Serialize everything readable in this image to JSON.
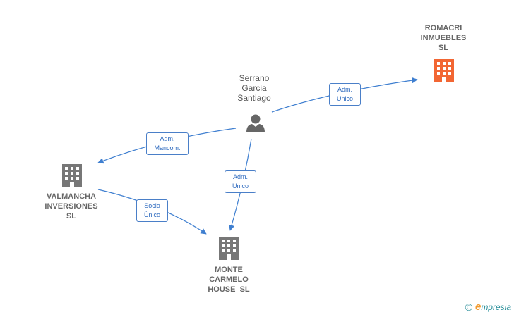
{
  "colors": {
    "edge": "#3f7fd0",
    "building": "#777777",
    "building_highlight": "#f26633",
    "person": "#666666",
    "label": "#666666"
  },
  "nodes": {
    "person": {
      "lines": [
        "Serrano",
        "Garcia",
        "Santiago"
      ],
      "icon": "person-icon"
    },
    "romacri": {
      "lines": [
        "ROMACRI",
        "INMUEBLES",
        "SL"
      ],
      "icon": "building-icon"
    },
    "valmancha": {
      "lines": [
        "VALMANCHA",
        "INVERSIONES",
        "SL"
      ],
      "icon": "building-icon"
    },
    "monte": {
      "lines": [
        "MONTE",
        "CARMELO",
        "HOUSE  SL"
      ],
      "icon": "building-icon"
    }
  },
  "edges": {
    "to_romacri": {
      "line1": "Adm.",
      "line2": "Unico"
    },
    "to_valmancha": {
      "line1": "Adm.",
      "line2": "Mancom."
    },
    "to_monte": {
      "line1": "Adm.",
      "line2": "Unico"
    },
    "valmancha_to_monte": {
      "line1": "Socio",
      "line2": "Único"
    }
  },
  "watermark": {
    "copyright": "©",
    "brand_initial": "e",
    "brand_rest": "mpresia"
  }
}
